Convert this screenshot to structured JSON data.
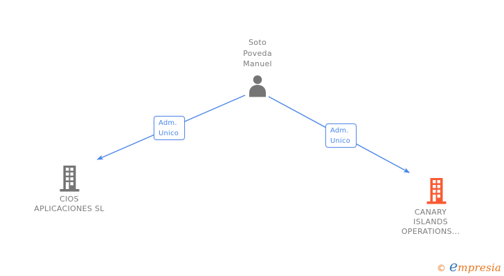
{
  "diagram": {
    "person": {
      "name": "Soto Poveda Manuel",
      "name_lines": [
        "Soto",
        "Poveda",
        "Manuel"
      ]
    },
    "edges": {
      "left": {
        "relationship": "Adm. Unico",
        "label_lines": [
          "Adm.",
          "Unico"
        ]
      },
      "right": {
        "relationship": "Adm. Unico",
        "label_lines": [
          "Adm.",
          "Unico"
        ]
      }
    },
    "companies": {
      "left": {
        "name": "CIOS APLICACIONES SL",
        "name_lines": [
          "CIOS",
          "APLICACIONES SL"
        ],
        "icon_color": "#757575"
      },
      "right": {
        "name": "CANARY ISLANDS OPERATIONS...",
        "name_lines": [
          "CANARY",
          "ISLANDS",
          "OPERATIONS..."
        ],
        "icon_color": "#fa5a32"
      }
    }
  },
  "footer": {
    "copyright_symbol": "©",
    "brand_initial": "e",
    "brand_rest": "mpresia"
  },
  "colors": {
    "edge_blue": "#4a86e8",
    "icon_gray": "#757575",
    "text_gray": "#7c7c7c",
    "company_orange": "#fa5a32",
    "logo_orange": "#e5761e",
    "logo_blue": "#3879b8"
  }
}
